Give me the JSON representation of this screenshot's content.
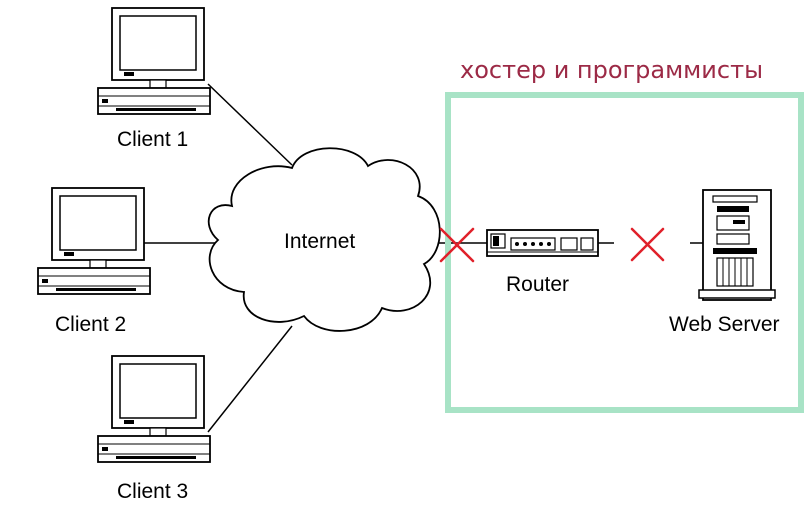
{
  "nodes": {
    "client1": "Client 1",
    "client2": "Client 2",
    "client3": "Client 3",
    "internet": "Internet",
    "router": "Router",
    "server": "Web Server"
  },
  "zone": {
    "title": "хостер и программисты",
    "title_color": "#9c2a46",
    "border_color": "#a8e3c6"
  },
  "colors": {
    "stroke": "#000000",
    "cross": "#e0202a"
  },
  "icons": [
    "computer-icon",
    "cloud-icon",
    "router-icon",
    "server-tower-icon",
    "cross-mark-icon"
  ]
}
